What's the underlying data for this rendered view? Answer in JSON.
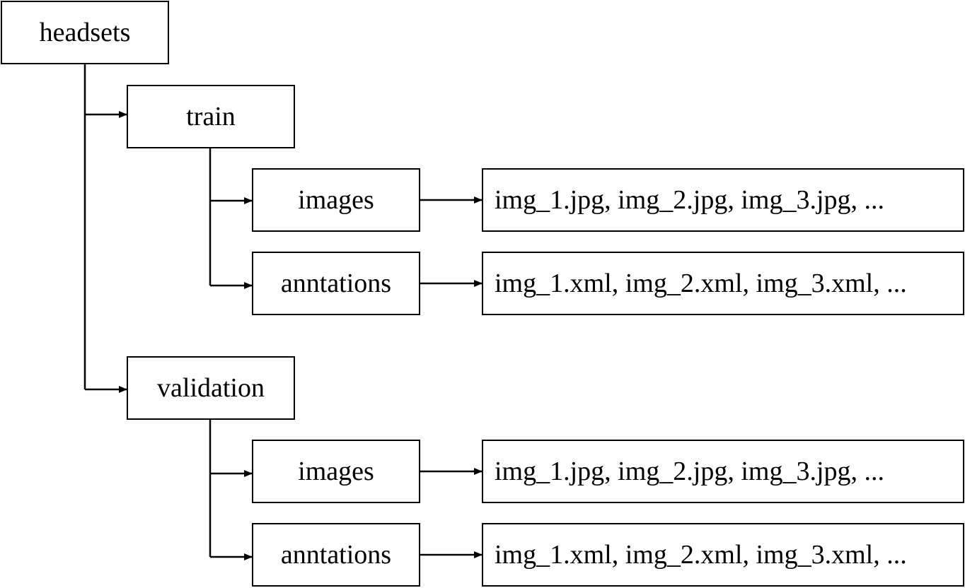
{
  "tree": {
    "root": {
      "label": "headsets"
    },
    "train": {
      "label": "train",
      "images": {
        "label": "images",
        "files": "img_1.jpg, img_2.jpg, img_3.jpg, ..."
      },
      "annotations": {
        "label": "anntations",
        "files": "img_1.xml, img_2.xml, img_3.xml, ..."
      }
    },
    "validation": {
      "label": "validation",
      "images": {
        "label": "images",
        "files": "img_1.jpg, img_2.jpg, img_3.jpg, ..."
      },
      "annotations": {
        "label": "anntations",
        "files": "img_1.xml, img_2.xml, img_3.xml, ..."
      }
    }
  },
  "colors": {
    "stroke": "#000000",
    "background": "#ffffff",
    "text": "#000000"
  }
}
